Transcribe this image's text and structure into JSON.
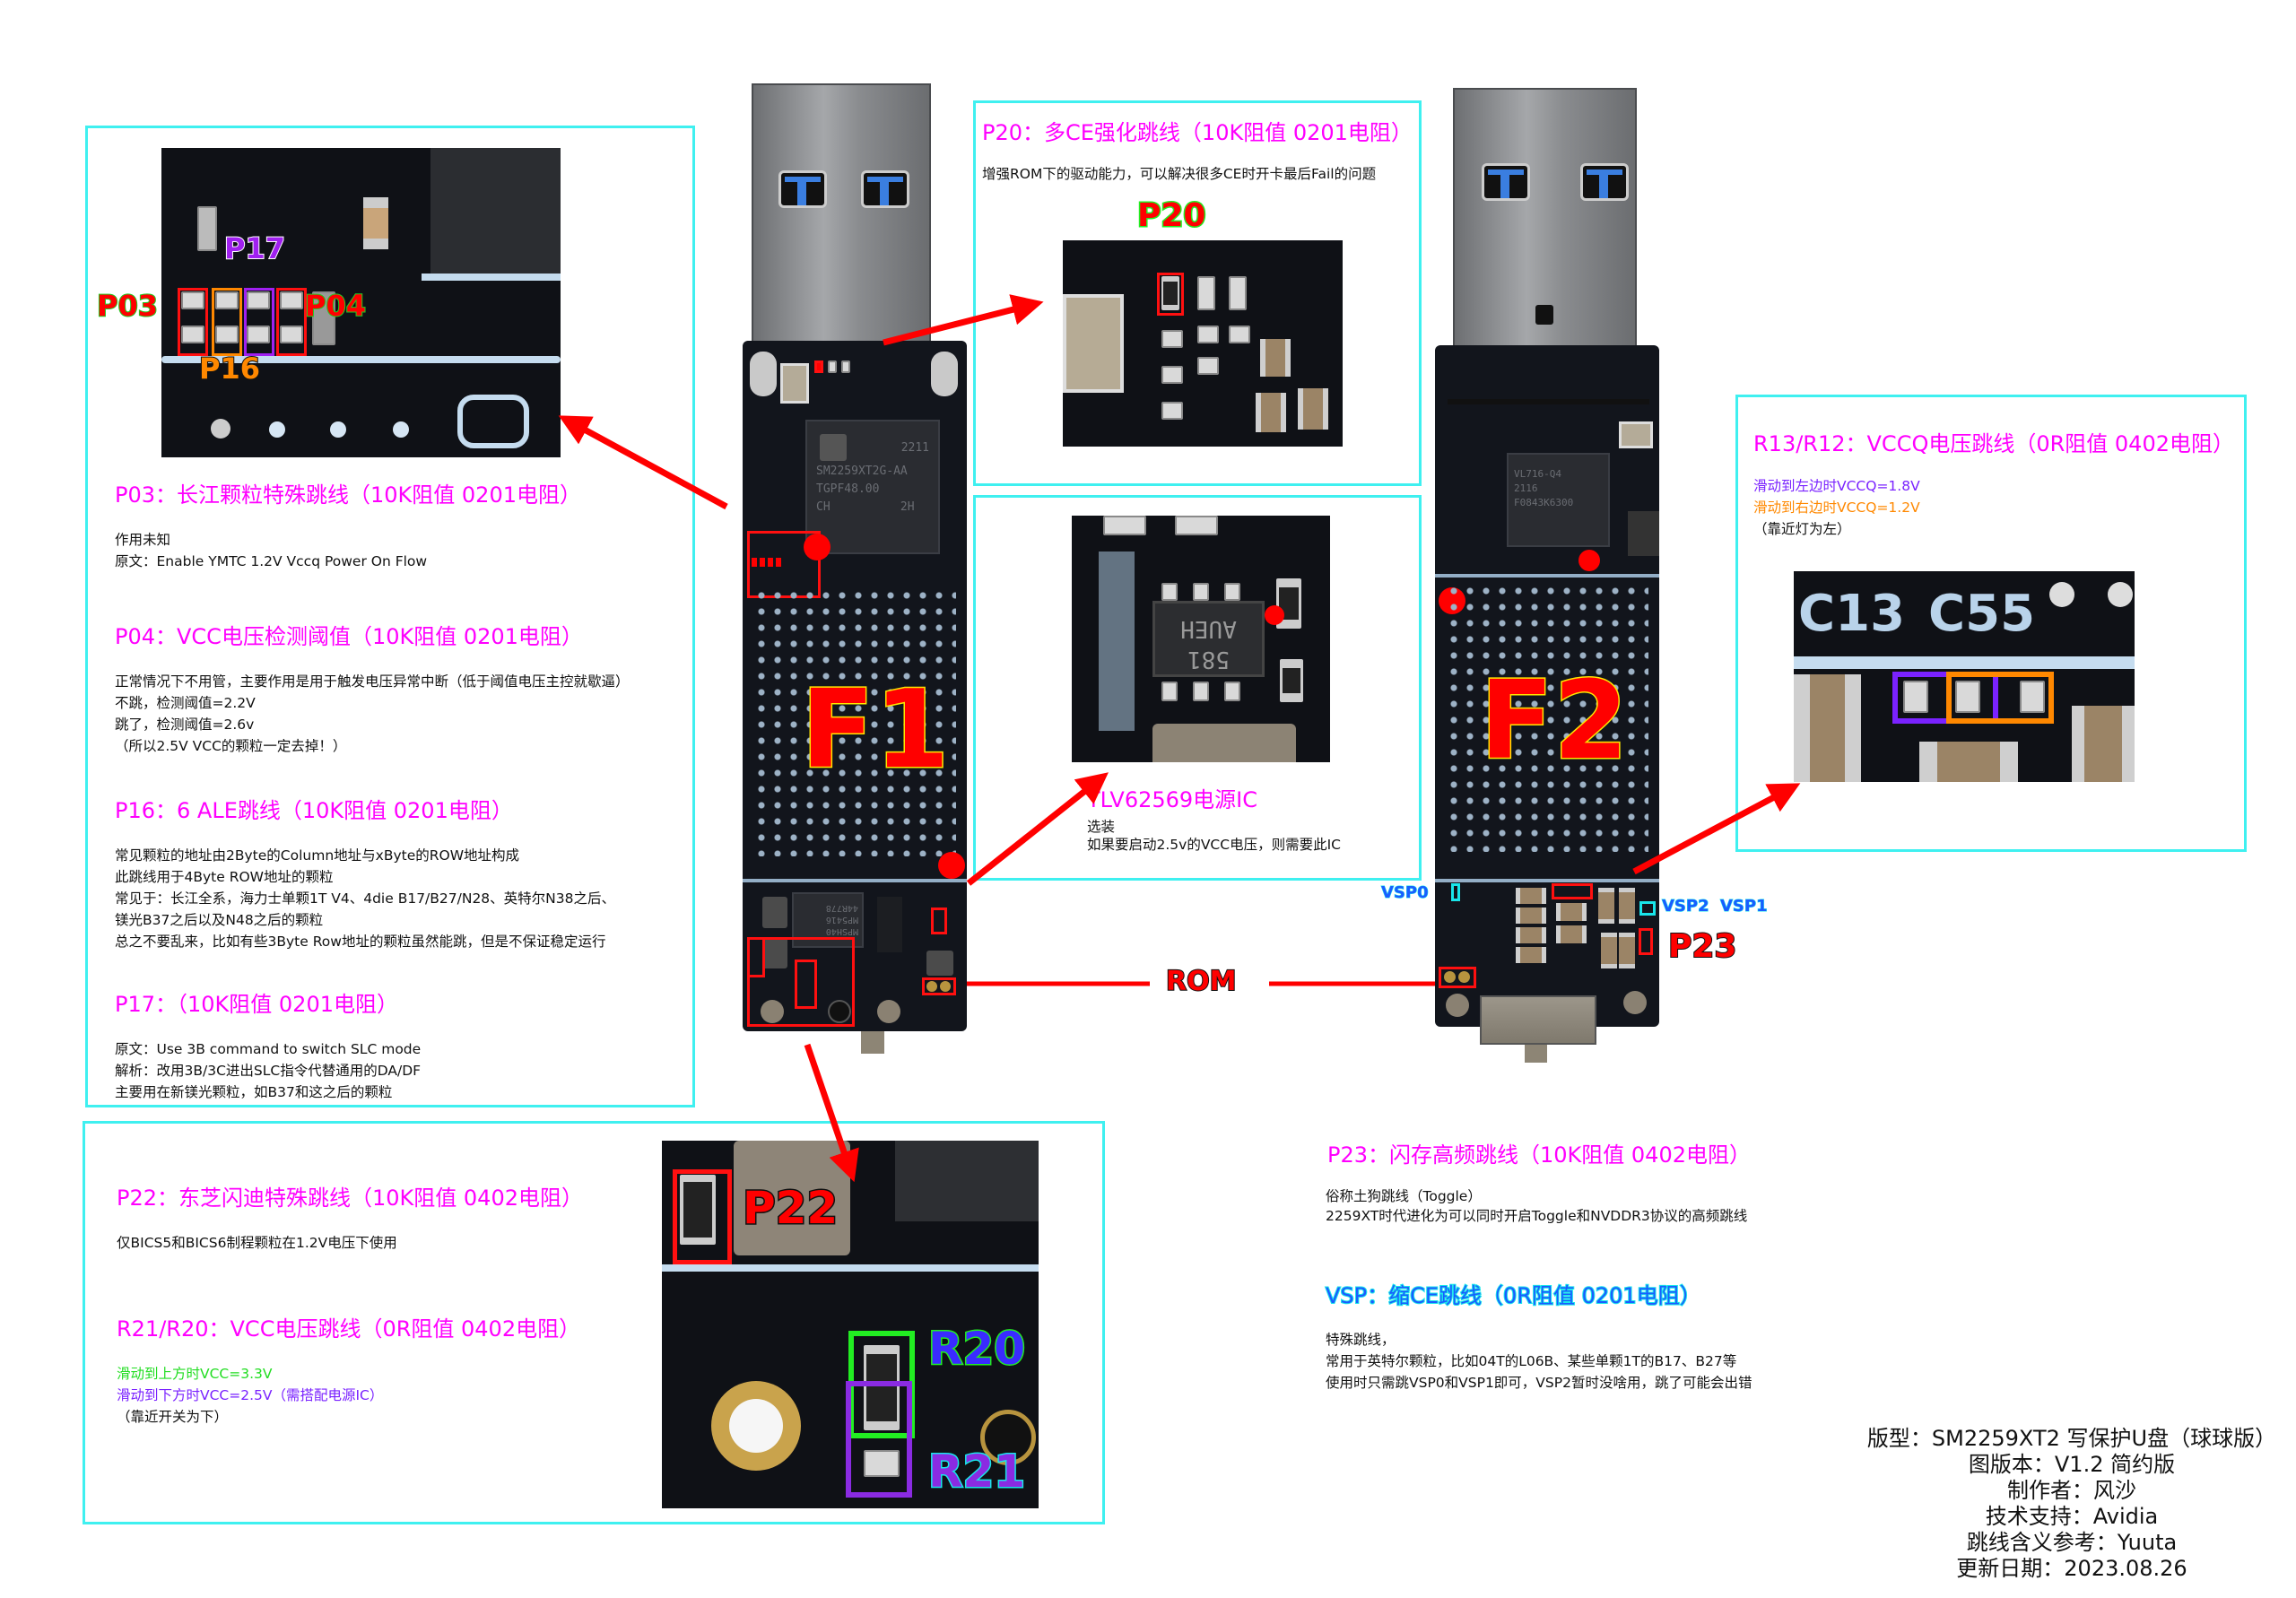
{
  "colors": {
    "heading": "#ff00ff",
    "panel_border": "#3ff0f0",
    "marker_red": "#ff0000",
    "vcc_up": "#22dd22",
    "vcc_down": "#7a22ff",
    "vccq_left": "#7a22ff",
    "vccq_right": "#ff8800",
    "vsp_blue": "#1a5cff"
  },
  "boards": {
    "f1_label": "F1",
    "f2_label": "F2",
    "f1_chip_lines": [
      "2211",
      "SM2259XT2G-AA",
      "TGPF48.00",
      "CH          2H"
    ],
    "f1_ic2_lines": [
      "MPSH40",
      "MP5416",
      "44R778"
    ],
    "f2_chip_lines": [
      "VL716-Q4",
      "2116",
      "F0843K6300"
    ],
    "rom_label": "ROM"
  },
  "left_panel": {
    "photo_tags": {
      "p03": "P03",
      "p04": "P04",
      "p16": "P16",
      "p17": "P17"
    },
    "sections": [
      {
        "heading": "P03：长江颗粒特殊跳线（10K阻值 0201电阻）",
        "lines": [
          "作用未知",
          "原文：Enable YMTC 1.2V Vccq Power On Flow"
        ]
      },
      {
        "heading": "P04：VCC电压检测阈值（10K阻值 0201电阻）",
        "lines": [
          "正常情况下不用管，主要作用是用于触发电压异常中断（低于阈值电压主控就歇逼）",
          "不跳，检测阈值=2.2V",
          "跳了，检测阈值=2.6v",
          "（所以2.5V VCC的颗粒一定去掉！）"
        ]
      },
      {
        "heading": "P16：6 ALE跳线（10K阻值 0201电阻）",
        "lines": [
          "常见颗粒的地址由2Byte的Column地址与xByte的ROW地址构成",
          "此跳线用于4Byte ROW地址的颗粒",
          "常见于：长江全系，海力士单颗1T V4、4die B17/B27/N28、英特尔N38之后、",
          "镁光B37之后以及N48之后的颗粒",
          "总之不要乱来，比如有些3Byte Row地址的颗粒虽然能跳，但是不保证稳定运行"
        ]
      },
      {
        "heading": "P17：（10K阻值 0201电阻）",
        "lines": [
          "原文：Use 3B command to switch SLC mode",
          "解析：改用3B/3C进出SLC指令代替通用的DA/DF",
          "主要用在新镁光颗粒，如B37和这之后的颗粒"
        ]
      }
    ]
  },
  "bottom_left_panel": {
    "photo_tags": {
      "p22": "P22",
      "r20": "R20",
      "r21": "R21"
    },
    "p22": {
      "heading": "P22：东芝闪迪特殊跳线（10K阻值 0402电阻）",
      "lines": [
        "仅BICS5和BICS6制程颗粒在1.2V电压下使用"
      ]
    },
    "r21r20": {
      "heading": "R21/R20：VCC电压跳线（0R阻值 0402电阻）",
      "line_up": "滑动到上方时VCC=3.3V",
      "line_down": "滑动到下方时VCC=2.5V（需搭配电源IC）",
      "note": "（靠近开关为下）"
    }
  },
  "p20_panel": {
    "heading": "P20：多CE强化跳线（10K阻值 0201电阻）",
    "lines": [
      "增强ROM下的驱动能力，可以解决很多CE时开卡最后Fail的问题"
    ],
    "photo_tag": "P20"
  },
  "tlv_panel": {
    "heading": "TLV62569电源IC",
    "lines": [
      "选装",
      "如果要启动2.5v的VCC电压，则需要此IC"
    ],
    "chip_marking": [
      "581",
      "AUEH"
    ]
  },
  "r13_panel": {
    "heading": "R13/R12：VCCQ电压跳线（0R阻值 0402电阻）",
    "line_left": "滑动到左边时VCCQ=1.8V",
    "line_right": "滑动到右边时VCCQ=1.2V",
    "note": "（靠近灯为左）",
    "silk": [
      "C13",
      "C55"
    ]
  },
  "f2_tags": {
    "vsp0": "VSP0",
    "vsp2": "VSP2",
    "vsp1": "VSP1",
    "p23": "P23"
  },
  "p23_section": {
    "heading": "P23：闪存高频跳线（10K阻值 0402电阻）",
    "lines": [
      "俗称土狗跳线（Toggle）",
      "2259XT时代进化为可以同时开启Toggle和NVDDR3协议的高频跳线"
    ]
  },
  "vsp_section": {
    "heading": "VSP：缩CE跳线（0R阻值 0201电阻）",
    "lines": [
      "特殊跳线，",
      "常用于英特尔颗粒，比如04T的L06B、某些单颗1T的B17、B27等",
      "使用时只需跳VSP0和VSP1即可，VSP2暂时没啥用，跳了可能会出错"
    ]
  },
  "credits": [
    "版型：SM2259XT2 写保护U盘（球球版）",
    "图版本：V1.2 简约版",
    "制作者：风沙",
    "技术支持：Avidia",
    "跳线含义参考：Yuuta",
    "更新日期：2023.08.26"
  ]
}
